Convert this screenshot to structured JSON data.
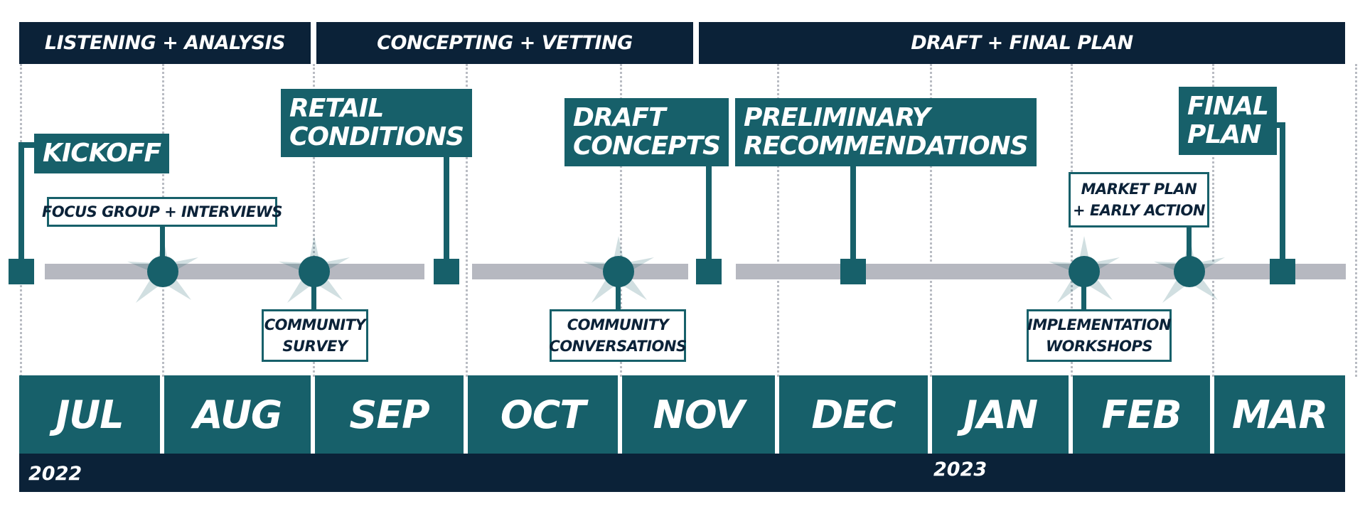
{
  "phases": [
    {
      "label": "LISTENING + ANALYSIS"
    },
    {
      "label": "CONCEPTING + VETTING"
    },
    {
      "label": "DRAFT + FINAL PLAN"
    }
  ],
  "milestones": {
    "kickoff": "KICKOFF",
    "retail": [
      "RETAIL",
      "CONDITIONS"
    ],
    "draft": [
      "DRAFT",
      "CONCEPTS"
    ],
    "prelim": [
      "PRELIMINARY",
      "RECOMMENDATIONS"
    ],
    "final": [
      "FINAL",
      "PLAN"
    ]
  },
  "events": {
    "focus_group": "FOCUS GROUP + INTERVIEWS",
    "community_survey": [
      "COMMUNITY",
      "SURVEY"
    ],
    "community_conversations": [
      "COMMUNITY",
      "CONVERSATIONS"
    ],
    "implementation_workshops": [
      "IMPLEMENTATION",
      "WORKSHOPS"
    ],
    "market_plan": [
      "MARKET PLAN",
      "+ EARLY ACTION"
    ]
  },
  "months": [
    "JUL",
    "AUG",
    "SEP",
    "OCT",
    "NOV",
    "DEC",
    "JAN",
    "FEB",
    "MAR"
  ],
  "years": [
    "2022",
    "2023"
  ],
  "colors": {
    "navy": "#0b2238",
    "teal": "#17606a",
    "track": "#b6b8c0",
    "grid": "#b9bcc3"
  }
}
